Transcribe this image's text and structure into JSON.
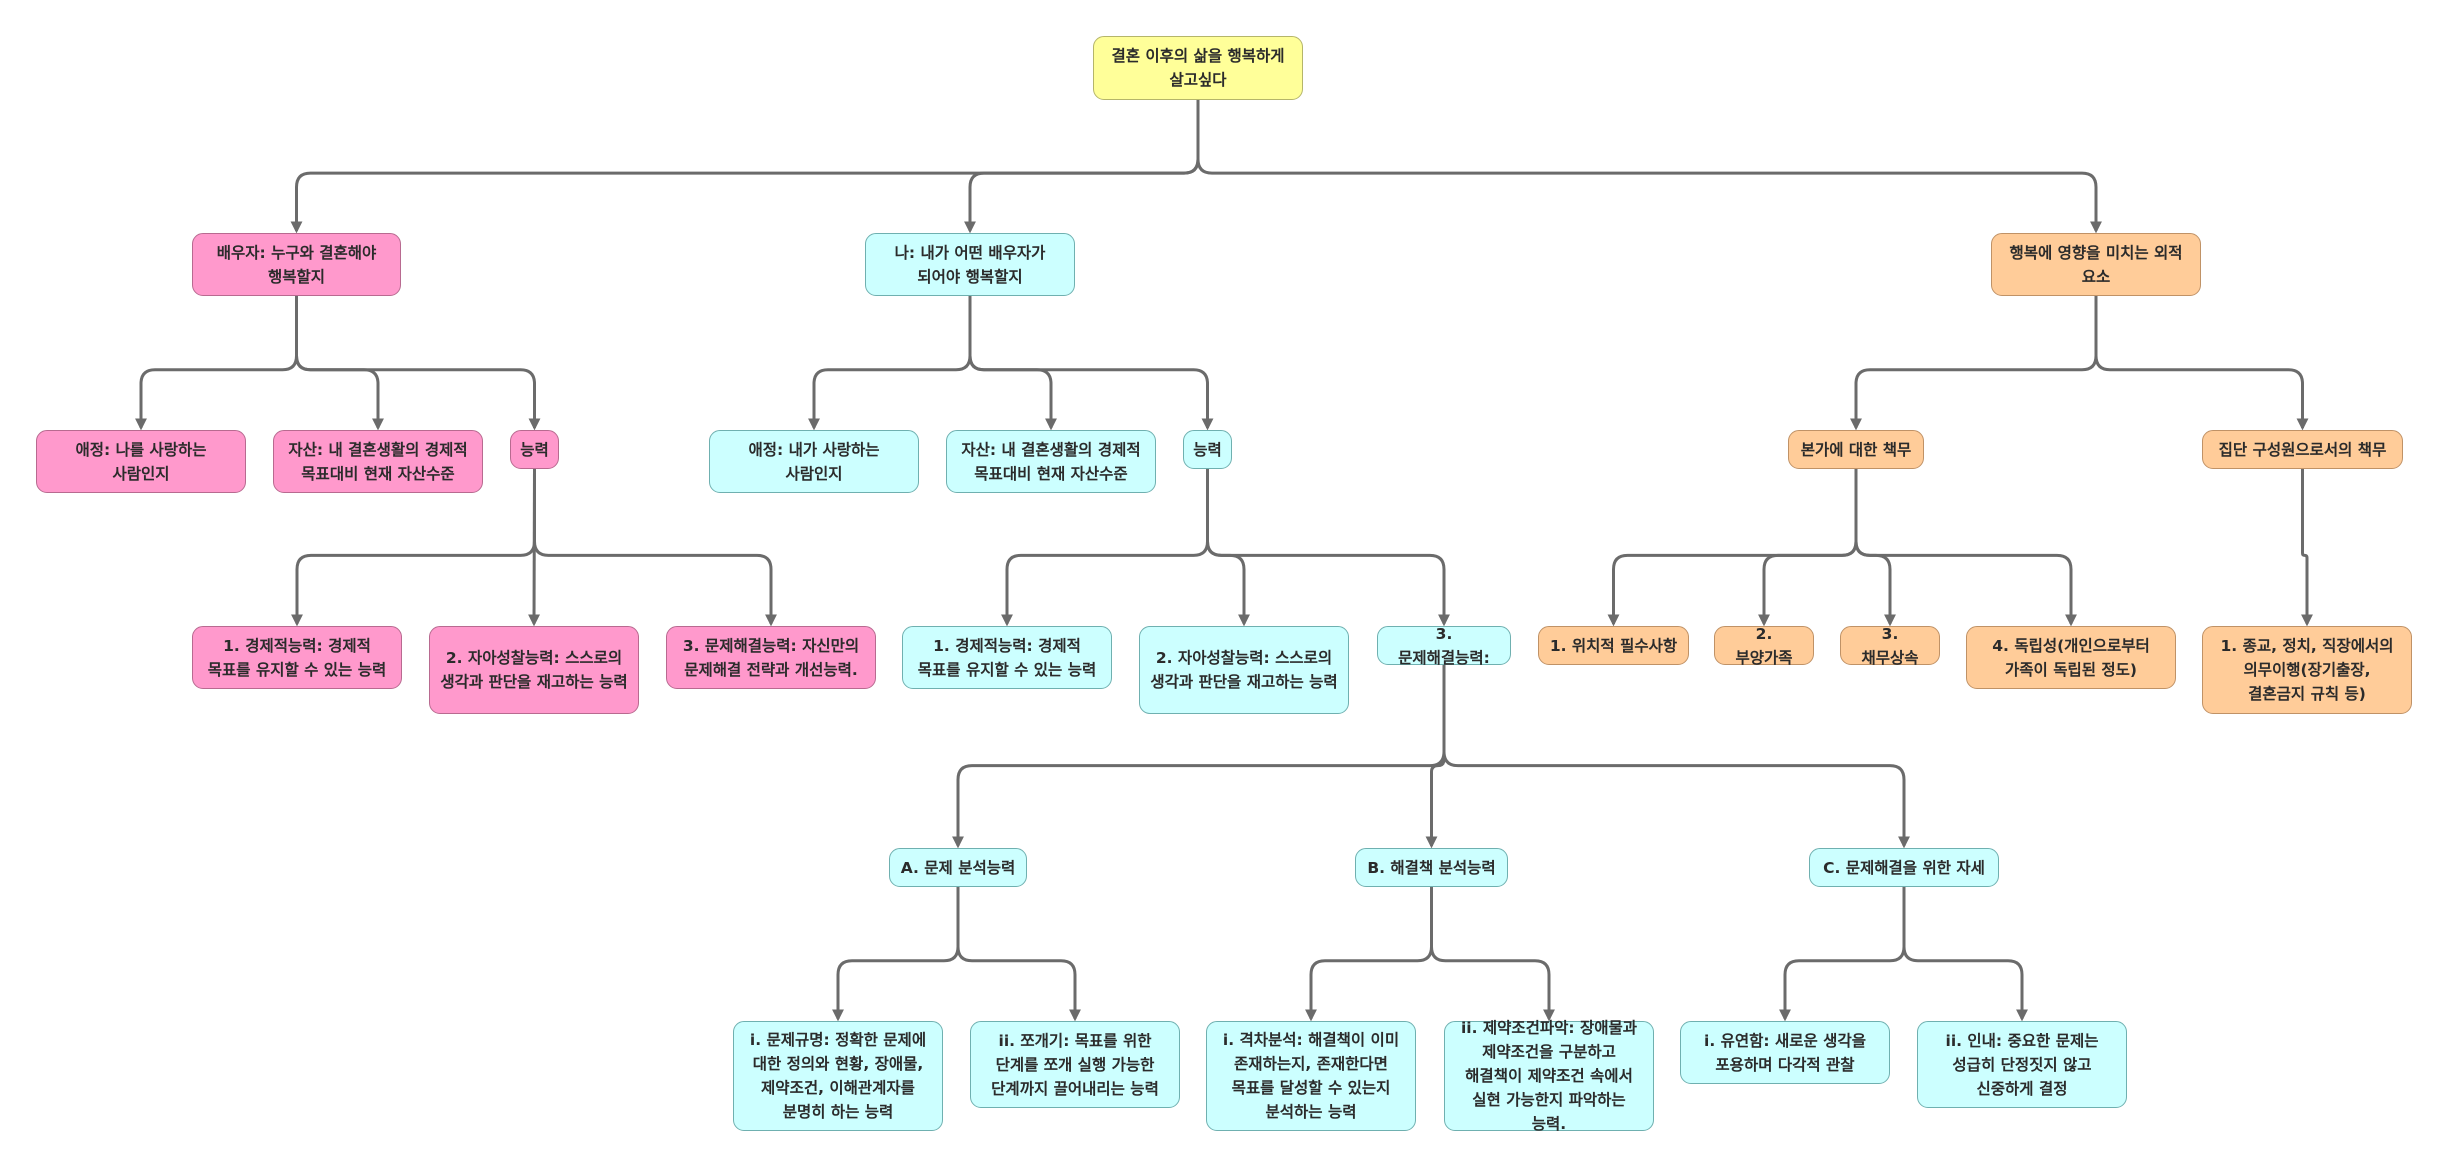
{
  "diagram": {
    "root": "결혼 이후의 삶을 행복하게 살고싶다",
    "spouse": {
      "title": "배우자: 누구와 결혼해야 행복할지",
      "affection": "애정: 나를 사랑하는 사람인지",
      "assets": "자산: 내 결혼생활의 경제적 목표대비 현재 자산수준",
      "ability": "능력",
      "ability_items": [
        "1. 경제적능력: 경제적 목표를 유지할 수 있는 능력",
        "2. 자아성찰능력: 스스로의 생각과 판단을 재고하는 능력",
        "3. 문제해결능력: 자신만의 문제해결 전략과 개선능력."
      ]
    },
    "self": {
      "title": "나: 내가 어떤 배우자가 되어야 행복할지",
      "affection": "애정: 내가 사랑하는 사람인지",
      "assets": "자산: 내 결혼생활의 경제적 목표대비 현재 자산수준",
      "ability": "능력",
      "ability_items": [
        "1. 경제적능력: 경제적 목표를 유지할 수 있는 능력",
        "2. 자아성찰능력: 스스로의 생각과 판단을 재고하는 능력",
        "3. 문제해결능력:"
      ],
      "problem_solving": {
        "A": "A. 문제 분석능력",
        "A_items": [
          "i. 문제규명: 정확한 문제에 대한 정의와 현황, 장애물, 제약조건, 이해관계자를 분명히 하는 능력",
          "ii. 쪼개기: 목표를 위한 단계를 쪼개 실행 가능한 단계까지 끌어내리는 능력"
        ],
        "B": "B. 해결책 분석능력",
        "B_items": [
          "i. 격차분석: 해결책이 이미 존재하는지, 존재한다면 목표를 달성할 수 있는지 분석하는 능력",
          "ii. 제약조건파악: 장애물과 제약조건을 구분하고 해결책이 제약조건 속에서 실현 가능한지 파악하는 능력."
        ],
        "C": "C. 문제해결을 위한 자세",
        "C_items": [
          "i. 유연함: 새로운 생각을 포용하며 다각적 관찰",
          "ii. 인내: 중요한 문제는 성급히 단정짓지 않고 신중하게 결정"
        ]
      }
    },
    "external": {
      "title": "행복에 영향을 미치는 외적 요소",
      "family": "본가에 대한 책무",
      "family_items": [
        "1. 위치적 필수사항",
        "2. 부양가족",
        "3. 채무상속",
        "4. 독립성(개인으로부터 가족이 독립된 정도)"
      ],
      "group": "집단 구성원으로서의 책무",
      "group_items": [
        "1. 종교, 정치, 직장에서의 의무이행(장기출장, 결혼금지 규칙 등)"
      ]
    }
  },
  "colors": {
    "root": "#ffff99",
    "spouse": "#ff99cc",
    "self": "#ccffff",
    "external": "#ffcc99",
    "connector": "#6b6b6b"
  }
}
